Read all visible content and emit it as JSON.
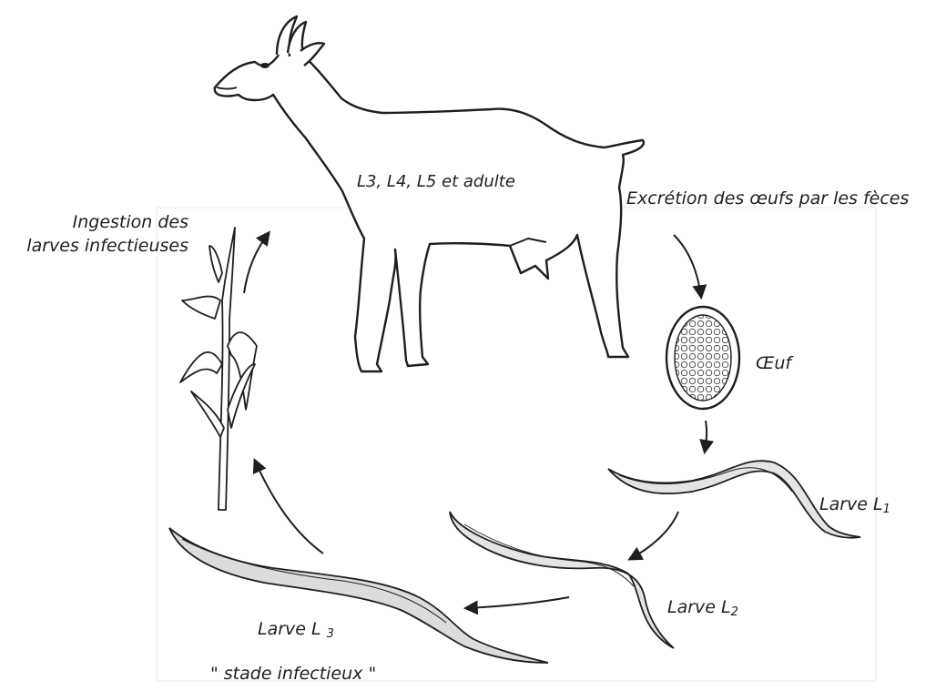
{
  "diagram": {
    "host_stages": {
      "main": "L3, L4, L5 et adulte"
    },
    "excretion": "Excrétion des œufs par les fèces",
    "ingestion": {
      "line1": "Ingestion des",
      "line2": "larves infectieuses"
    },
    "egg": "Œuf",
    "larva1": {
      "base": "Larve L",
      "sub": "1"
    },
    "larva2": {
      "base": "Larve L",
      "sub": "2"
    },
    "larva3": {
      "base": "Larve L ",
      "sub": "3"
    },
    "infective_stage": "\" stade infectieux \""
  },
  "colors": {
    "ink": "#1e1e1e",
    "fill": "#ffffff",
    "worm_fill": "#dcdcdc"
  },
  "icons": [
    "goat-icon",
    "grass-icon",
    "egg-icon",
    "larva-icon"
  ]
}
